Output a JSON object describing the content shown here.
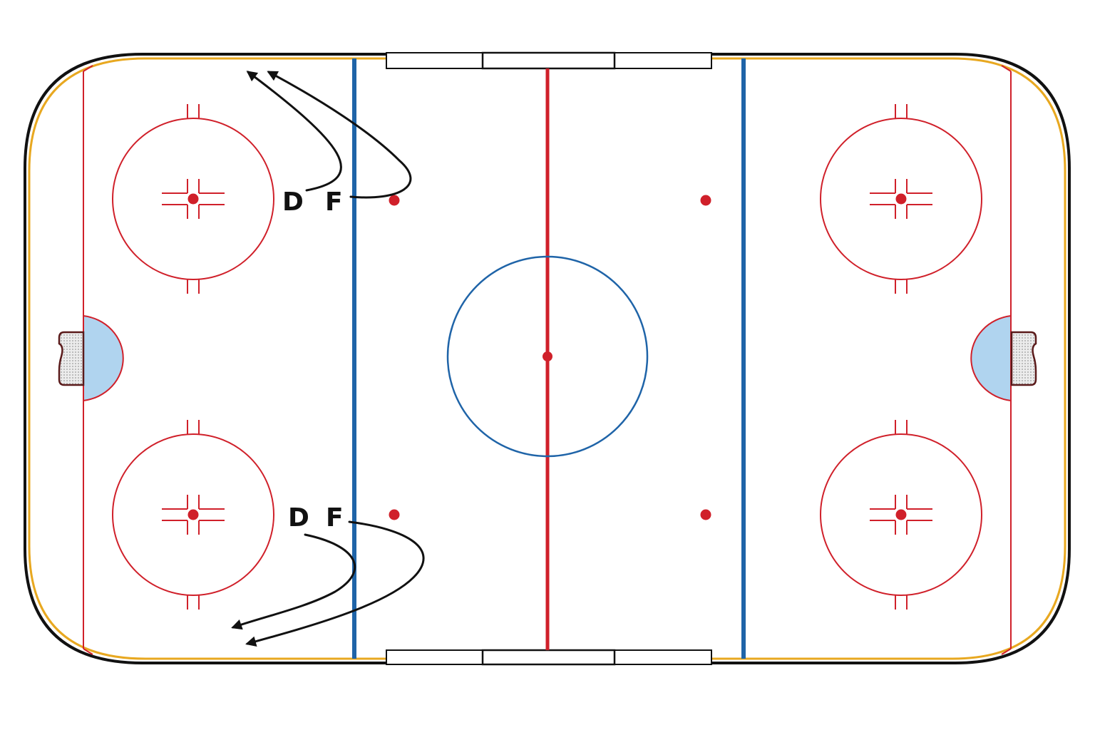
{
  "colors": {
    "red": "#d0202a",
    "blue": "#1f64a8",
    "board": "#111111",
    "kickplate": "#e8a820",
    "crease": "#b0d4ef",
    "ink": "#111111"
  },
  "players": {
    "top_d": "D",
    "top_f": "F",
    "bottom_d": "D",
    "bottom_f": "F"
  },
  "icons": {
    "arrow": "arrowhead",
    "net": "goal-net"
  }
}
